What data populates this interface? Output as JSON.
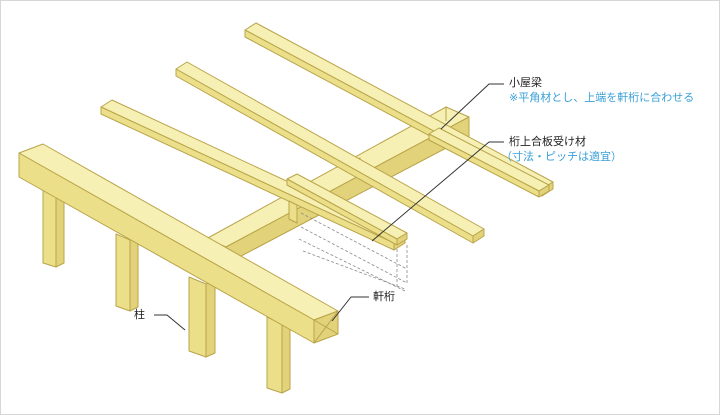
{
  "colors": {
    "wood_top": "#f6f0b4",
    "wood_side": "#ecdf8a",
    "wood_end": "#e2d27a",
    "outline": "#b9a44a",
    "hidden_line": "#8a8a8a",
    "leader": "#333333",
    "note_text": "#3aa0d8",
    "label_text": "#222222"
  },
  "labels": {
    "beam": "小屋梁",
    "beam_note": "※平角材とし、上端を軒桁に合わせる",
    "receiver": "桁上合板受け材",
    "receiver_note": "（寸法・ピッチは適宜）",
    "eave_beam": "軒桁",
    "post": "柱"
  }
}
